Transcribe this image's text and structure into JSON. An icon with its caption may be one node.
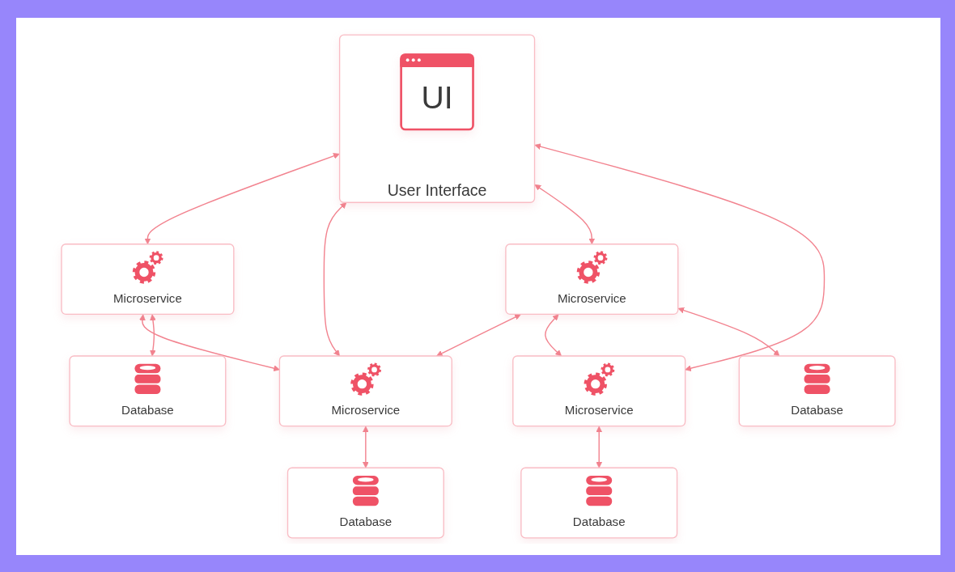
{
  "diagram": {
    "nodes": [
      {
        "text": [
          "User Interface"
        ]
      },
      {
        "text": [
          "UI"
        ],
        "in": 0
      },
      {
        "text": [
          "Microservice"
        ]
      },
      {
        "text": [
          "Microservice"
        ]
      },
      {
        "text": [
          "Microservice"
        ]
      },
      {
        "text": [
          "Microservice"
        ]
      },
      {
        "text": [
          "Database"
        ]
      },
      {
        "text": [
          "Database"
        ]
      },
      {
        "text": [
          "Database"
        ]
      },
      {
        "text": [
          "Database"
        ]
      }
    ],
    "edges": [
      {
        "from": 0,
        "to": 2,
        "arrow": "both"
      },
      {
        "from": 0,
        "to": 3,
        "arrow": "both"
      },
      {
        "from": 0,
        "to": 4,
        "arrow": "both"
      },
      {
        "from": 0,
        "to": 5,
        "arrow": "both"
      },
      {
        "from": 2,
        "to": 3,
        "arrow": "both"
      },
      {
        "from": 4,
        "to": 3,
        "arrow": "both"
      },
      {
        "from": 4,
        "to": 5,
        "arrow": "both"
      },
      {
        "from": 2,
        "to": 6,
        "arrow": "both"
      },
      {
        "from": 3,
        "to": 7,
        "arrow": "both"
      },
      {
        "from": 4,
        "to": 8,
        "arrow": "both"
      },
      {
        "from": 5,
        "to": 9,
        "arrow": "both"
      }
    ]
  }
}
